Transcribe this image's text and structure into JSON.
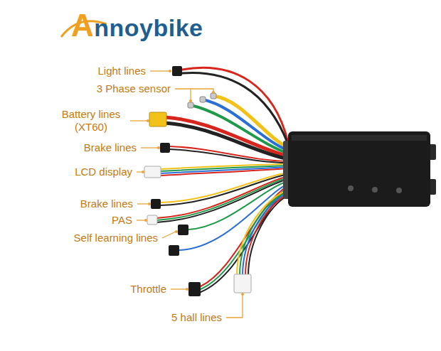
{
  "diagram": {
    "labels": [
      "Annoybike",
      "Light lines",
      "3 Phase sensor",
      "Battery lines (XT60)",
      "Brake lines",
      "LCD display",
      "Brake lines",
      "PAS",
      "Self learning lines",
      "Throttle",
      "5 hall lines"
    ]
  }
}
